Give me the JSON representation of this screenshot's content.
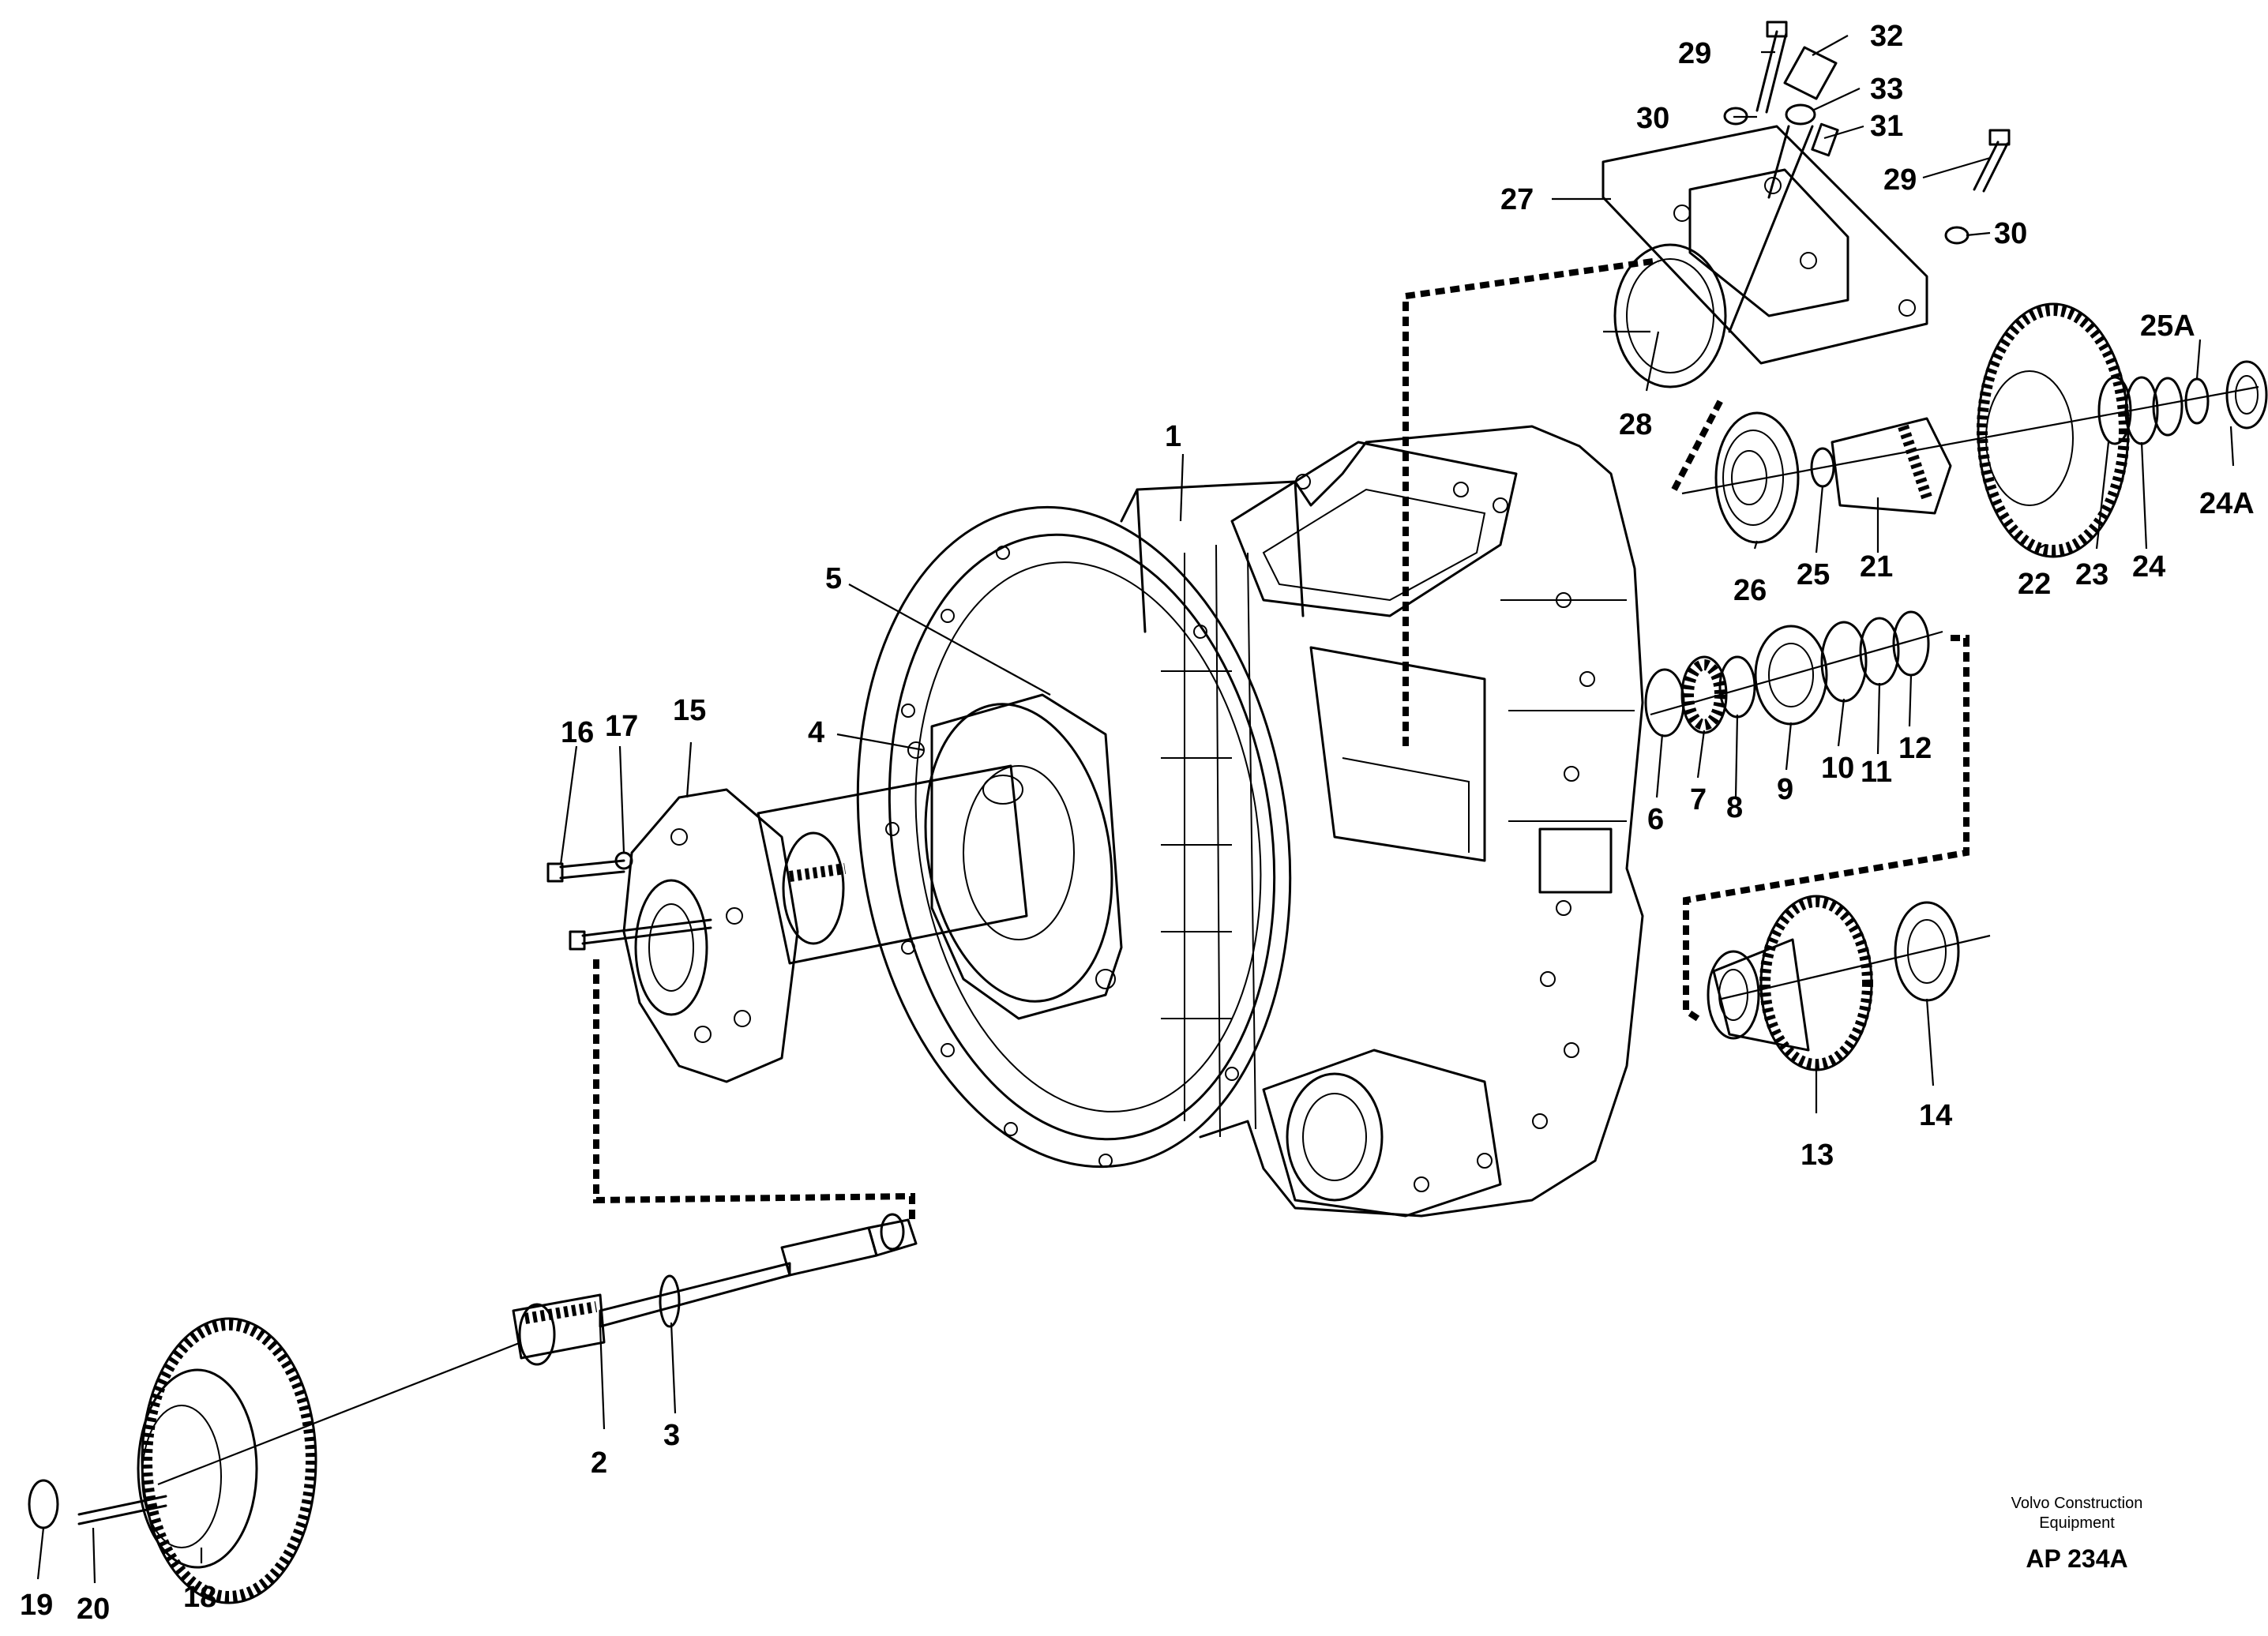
{
  "callouts": {
    "c1": "1",
    "c2": "2",
    "c3": "3",
    "c4": "4",
    "c5": "5",
    "c6": "6",
    "c7": "7",
    "c8": "8",
    "c9": "9",
    "c10": "10",
    "c11": "11",
    "c12": "12",
    "c13": "13",
    "c14": "14",
    "c15": "15",
    "c16": "16",
    "c17": "17",
    "c18": "18",
    "c19": "19",
    "c20": "20",
    "c21": "21",
    "c22": "22",
    "c23": "23",
    "c24": "24",
    "c24a": "24A",
    "c25": "25",
    "c25a": "25A",
    "c26": "26",
    "c27": "27",
    "c28": "28",
    "c29a": "29",
    "c29b": "29",
    "c30a": "30",
    "c30b": "30",
    "c31": "31",
    "c32": "32",
    "c33": "33"
  },
  "credit": {
    "line1": "Volvo Construction",
    "line2": "Equipment",
    "code": "AP 234A"
  }
}
